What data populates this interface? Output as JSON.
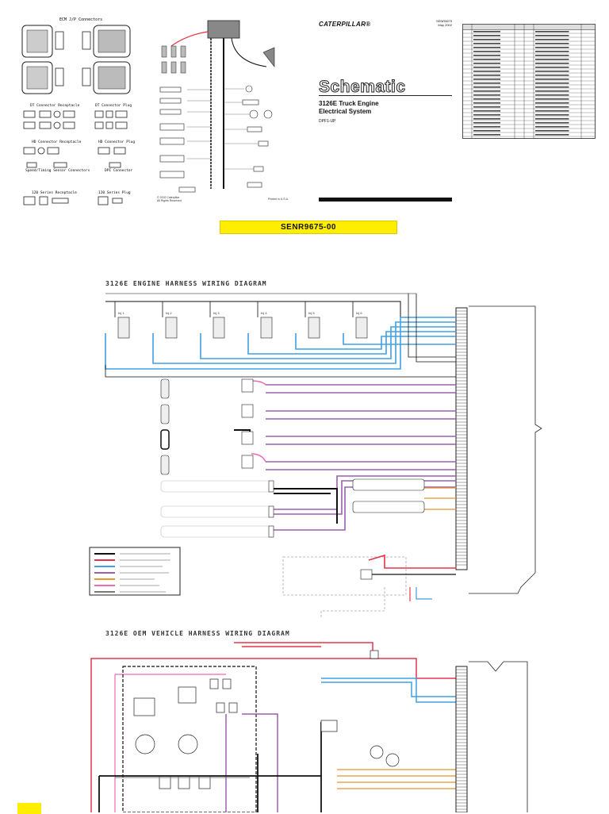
{
  "cover": {
    "brand": "CATERPILLAR®",
    "doc_date": "SENR9675\nMay 2002",
    "title": "Schematic",
    "subtitle": "3126E Truck Engine\nElectrical System",
    "serial_prefix": "DPF1-UP",
    "copyright": "© 2002 Caterpillar\nAll Rights Reserved",
    "printed": "Printed in U.S.A."
  },
  "connector_labels": {
    "ecm": "ECM J/P Connectors",
    "dt_receptacle": "DT Connector Receptacle",
    "dt_plug": "DT Connector Plug",
    "hd_receptacle": "HD Connector Receptacle",
    "hd_plug": "HD Connector Plug",
    "speed_sensor": "Speed/Timing Sensor Connectors",
    "dpi": "DPI Connector",
    "io_receptacle": "120 Series Receptacle",
    "io_plug": "120 Series Plug"
  },
  "part_number": "SENR9675-00",
  "engine_diagram_title": "3126E ENGINE HARNESS WIRING DIAGRAM",
  "vehicle_diagram_title": "3126E OEM VEHICLE HARNESS WIRING DIAGRAM",
  "colors": {
    "banner": "#ffee00",
    "wire_red": "#e8344a",
    "wire_blue": "#3fa0e6",
    "wire_purple": "#9a5fb0",
    "wire_pink": "#f06ab0",
    "wire_orange": "#e8952c",
    "wire_black": "#111111",
    "wire_gray": "#7a7a7a"
  }
}
